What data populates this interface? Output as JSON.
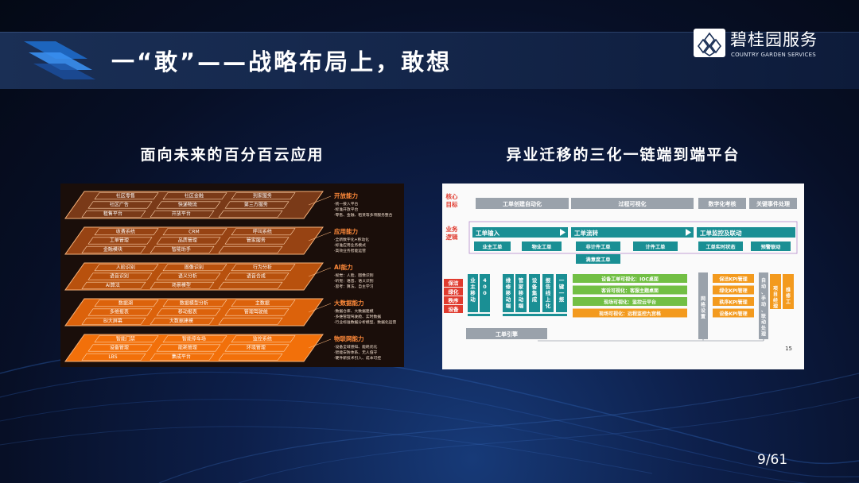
{
  "slide": {
    "title": "一“敢”——战略布局上，敢想",
    "page_number": "9/61"
  },
  "logo": {
    "name_cn": "碧桂园服务",
    "name_en": "COUNTRY GARDEN SERVICES"
  },
  "left_figure": {
    "subtitle": "面向未来的百分百云应用",
    "layers": [
      {
        "cells": [
          "社区零售",
          "社区金融",
          "到家服务",
          "社区广告",
          "快递物流",
          "第三方服务",
          "租售平台",
          "开放平台",
          ""
        ],
        "label": "开放能力",
        "notes": [
          "·统一接入平台",
          "·标准开放平台",
          "·零售、金融、租赁等多项服务整合"
        ],
        "color": "#7a3a18"
      },
      {
        "cells": [
          "收费系统",
          "CRM",
          "呼叫系统",
          "工单管理",
          "品质管理",
          "管家服务",
          "金融模块",
          "智能助手",
          ""
        ],
        "label": "应用能力",
        "notes": [
          "·全新数字化+移动化",
          "·标准应用业务模式",
          "·高效业务智能运营"
        ],
        "color": "#974313"
      },
      {
        "cells": [
          "人脸识别",
          "图像识别",
          "行为分析",
          "语音识别",
          "语义分析",
          "语音合成",
          "AI算法",
          "场景模型",
          ""
        ],
        "label": "AI能力",
        "notes": [
          "·视觉：人脸、图像识别",
          "·听觉：语音、语义识别",
          "·思考：算法、自主学习"
        ],
        "color": "#b8510d"
      },
      {
        "cells": [
          "数据湖",
          "数据模型分析",
          "主数据",
          "多维报表",
          "移动报表",
          "管理驾驶舱",
          "BI大屏幕",
          "大数据建模",
          ""
        ],
        "label": "大数据能力",
        "notes": [
          "·数据仓库、大数据建模",
          "·多维管理驾驶舱、实时数据",
          "·行业标准数据分析模型、数据化运营"
        ],
        "color": "#dc620b"
      },
      {
        "cells": [
          "智能门禁",
          "智能停车场",
          "监控系统",
          "设备管理",
          "能耗管理",
          "环境管理",
          "LBS",
          "集成平台",
          ""
        ],
        "label": "物联网能力",
        "notes": [
          "·设备全域感知、能耗优化",
          "·智能安防体系、无人值守",
          "·硬件新技术引入、成本可控"
        ],
        "color": "#f2700a"
      }
    ]
  },
  "right_figure": {
    "subtitle": "异业迁移的三化一链端到端平台",
    "side_labels": {
      "core": "核心目标",
      "logic": "业务逻辑"
    },
    "targets": [
      "工单创建自动化",
      "过程可视化",
      "数字化考核",
      "关键事件处理"
    ],
    "flows": [
      "工单输入",
      "工单流转",
      "工单监控及联动"
    ],
    "inputs": [
      "业主工单",
      "物业工单"
    ],
    "transfers": [
      "非计件工单",
      "计件工单",
      "满意度工单"
    ],
    "monitors": [
      "工单实时状态",
      "预警联动"
    ],
    "roles": [
      "保洁",
      "绿化",
      "秩序",
      "设备"
    ],
    "columns": [
      "业主移动",
      "400",
      "维修移动端",
      "管家移动端",
      "设备集成",
      "报告线上化",
      "一键一报"
    ],
    "visual_items": [
      "设备工单可视化：IOC桌面",
      "客诉可视化：客服主题桌面",
      "现场可视化：监控云平台",
      "现场可视化：远程监控九宫格"
    ],
    "tall_mid": "网格设置",
    "kpis": [
      "保洁KPI管理",
      "绿化KPI管理",
      "秩序KPI管理",
      "设备KPI管理"
    ],
    "auto_col": "自动、手动、联动处理",
    "manager": "项目经理",
    "repair": "维修工",
    "engine": "工单引擎",
    "inner_page": "15"
  }
}
